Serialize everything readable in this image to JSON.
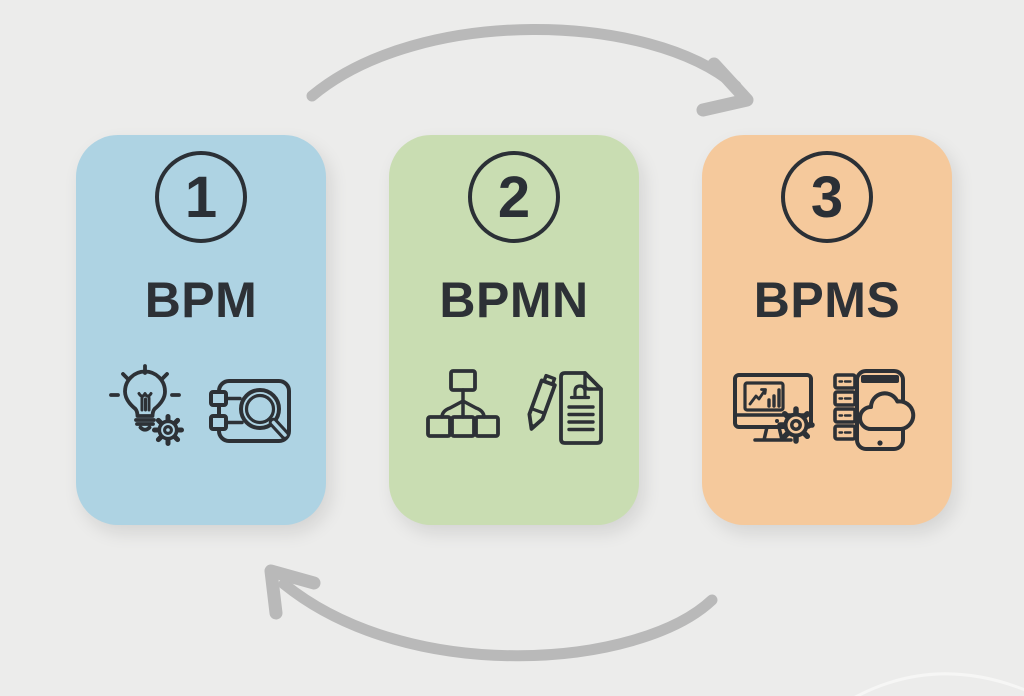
{
  "background": "#ececeb",
  "ink_color": "#2d3136",
  "arrow_color": "#b9b9b9",
  "arrows": {
    "top": "clockwise-arc-left-to-right",
    "bottom": "clockwise-arc-right-to-left"
  },
  "cards": [
    {
      "number": "1",
      "label": "BPM",
      "background": "#aed3e3",
      "icon_left": "lightbulb-gear-icon",
      "icon_right": "notebook-magnifier-icon"
    },
    {
      "number": "2",
      "label": "BPMN",
      "background": "#c9ddb2",
      "icon_left": "flowchart-icon",
      "icon_right": "pen-document-icon"
    },
    {
      "number": "3",
      "label": "BPMS",
      "background": "#f5c99c",
      "icon_left": "monitor-gear-icon",
      "icon_right": "smartphone-cloud-icon"
    }
  ]
}
